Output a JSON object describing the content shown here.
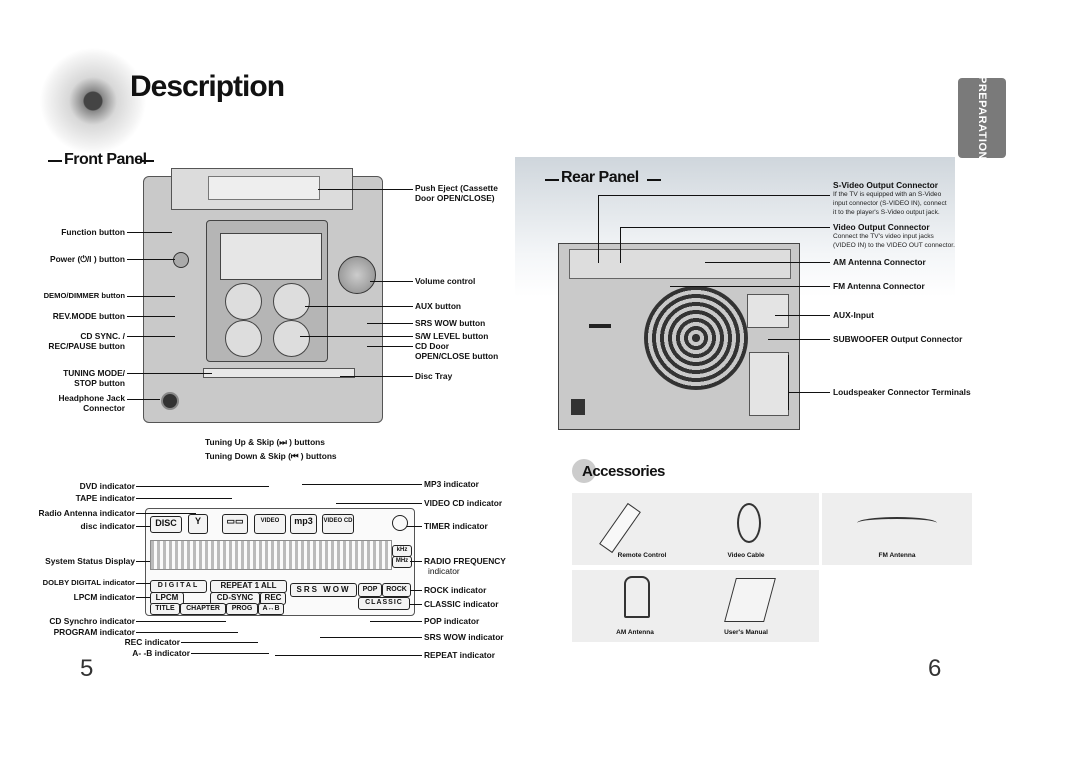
{
  "title": "Description",
  "tab": "PREPARATION",
  "front_panel": {
    "heading": "Front Panel",
    "left_labels": [
      "Function button",
      "Power (⏻/I ) button",
      "DEMO/DIMMER button",
      "REV.MODE button",
      "CD SYNC. /",
      "REC/PAUSE button",
      "TUNING MODE/",
      "STOP button",
      "Headphone Jack",
      "Connector"
    ],
    "right_labels": [
      "Push Eject (Cassette",
      "Door OPEN/CLOSE)",
      "Volume control",
      "AUX button",
      "SRS WOW button",
      "S/W LEVEL button",
      "CD Door",
      "OPEN/CLOSE button",
      "Disc Tray"
    ],
    "bottom_labels": [
      "Tuning Up & Skip (⏭ ) buttons",
      "Tuning Down & Skip (⏮ ) buttons"
    ]
  },
  "display": {
    "left_labels": [
      "DVD indicator",
      "TAPE indicator",
      "Radio Antenna indicator",
      "disc indicator",
      "System Status Display",
      "DOLBY DIGITAL indicator",
      "LPCM indicator",
      "CD Synchro indicator",
      "PROGRAM indicator",
      "REC indicator",
      "A- -B indicator"
    ],
    "right_labels": [
      "MP3 indicator",
      "VIDEO CD indicator",
      "TIMER indicator",
      "RADIO FREQUENCY",
      "indicator",
      "ROCK indicator",
      "CLASSIC indicator",
      "POP indicator",
      "SRS WOW indicator",
      "REPEAT indicator"
    ],
    "segments": {
      "digital": "DIGITAL",
      "repeat": "REPEAT 1 ALL",
      "lpcm": "LPCM",
      "cdsync": "CD-SYNC",
      "rec": "REC",
      "srswow": "SRS WOW",
      "pop": "POP",
      "rock": "ROCK",
      "title": "TITLE",
      "chapter": "CHAPTER",
      "prog": "PROG",
      "ab": "A↔B",
      "classic": "CLASSIC",
      "khz": "kHz",
      "mhz": "MHz",
      "disc": "DISC",
      "video": "VIDEO",
      "vcd": "VIDEO CD"
    }
  },
  "rear_panel": {
    "heading": "Rear Panel",
    "labels": {
      "svideo": "S-Video Output Connector",
      "svideo_desc": [
        "If the TV is equipped with an S-Video",
        "input connector (S-VIDEO IN), connect",
        "it to the player's S-Video output jack."
      ],
      "video": "Video Output Connector",
      "video_desc": [
        "Connect the TV's video input jacks",
        "(VIDEO IN) to the VIDEO OUT connector."
      ],
      "am": "AM Antenna Connector",
      "fm": "FM Antenna Connector",
      "aux": "AUX-Input",
      "sub": "SUBWOOFER Output Connector",
      "speaker": "Loudspeaker Connector Terminals"
    }
  },
  "accessories": {
    "heading": "Accessories",
    "items": [
      "Remote Control",
      "Video Cable",
      "FM Antenna",
      "AM Antenna",
      "User's Manual"
    ]
  },
  "pages": {
    "left": "5",
    "right": "6"
  }
}
